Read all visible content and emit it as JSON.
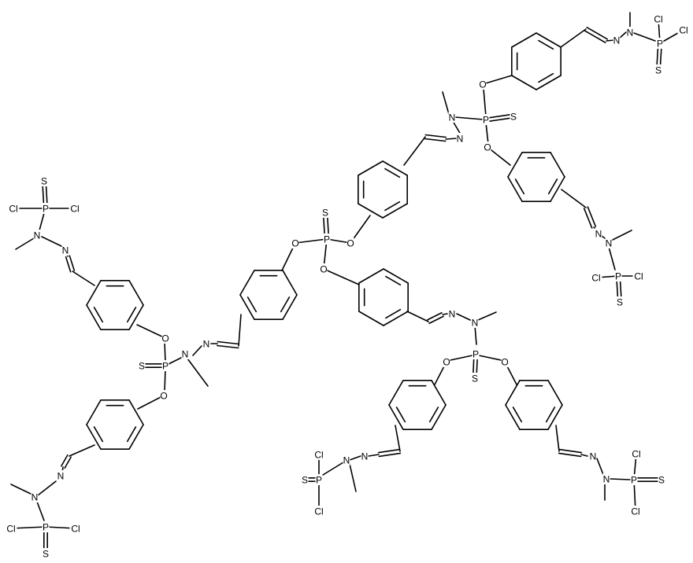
{
  "atoms": {
    "P": "P",
    "O": "O",
    "N": "N",
    "S": "S",
    "Cl": "Cl"
  },
  "colors": {
    "background": "#ffffff",
    "bond": "#000000",
    "label": "#000000"
  }
}
